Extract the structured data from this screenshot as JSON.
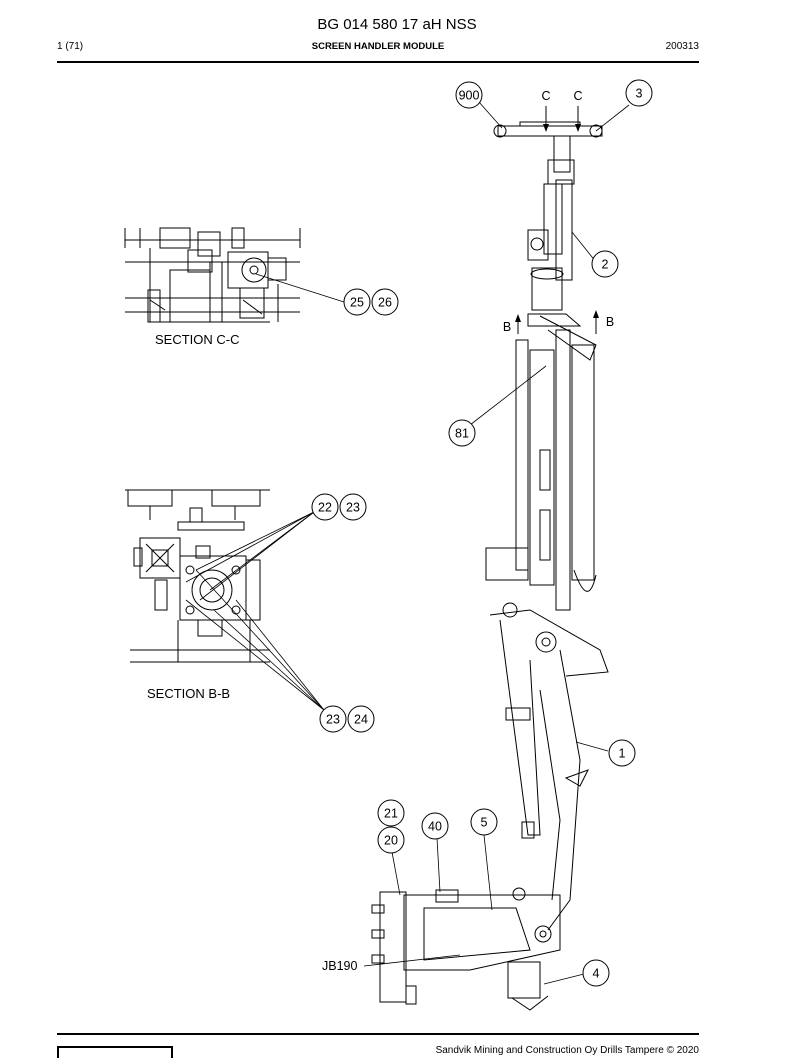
{
  "header": {
    "doc_id": "BG 014 580 17 aH NSS",
    "page": "1 (71)",
    "title": "SCREEN HANDLER MODULE",
    "code": "200313"
  },
  "footer": {
    "copyright": "Sandvik Mining and Construction Oy Drills Tampere © 2020"
  },
  "sections": {
    "cc": "SECTION C-C",
    "bb": "SECTION B-B"
  },
  "cut_marks": {
    "c1": "C",
    "c2": "C",
    "b1": "B",
    "b2": "B"
  },
  "balloons": {
    "b900": "900",
    "b3": "3",
    "b2": "2",
    "b25": "25",
    "b26": "26",
    "b81": "81",
    "b22": "22",
    "b23a": "23",
    "b23b": "23",
    "b24": "24",
    "b1": "1",
    "b21": "21",
    "b20": "20",
    "b40": "40",
    "b5": "5",
    "b4": "4"
  },
  "callouts": {
    "jb190": "JB190"
  }
}
